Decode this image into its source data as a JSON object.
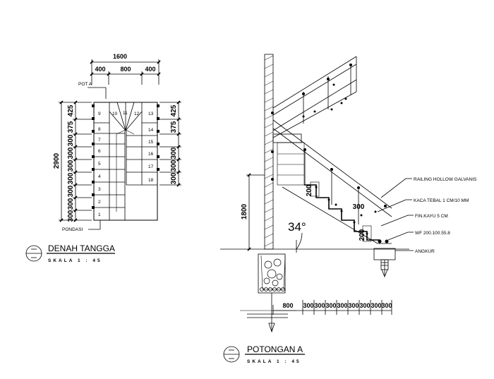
{
  "plan": {
    "title": "DENAH TANGGA",
    "scale": "SKALA   1 : 45",
    "dim_total_width": "1600",
    "dim_widths": [
      "400",
      "800",
      "400"
    ],
    "dim_total_height": "2900",
    "dim_left": [
      "425",
      "375",
      "300",
      "300",
      "300",
      "300",
      "300",
      "300",
      "300"
    ],
    "dim_right": [
      "425",
      "375",
      "300",
      "300",
      "300"
    ],
    "label_pot": "POT A",
    "label_pondasi": "PONDASI",
    "steps_left": [
      "1",
      "2",
      "3",
      "4",
      "5",
      "6",
      "7",
      "8",
      "9"
    ],
    "steps_right": [
      "18",
      "17",
      "16",
      "15",
      "14",
      "13"
    ],
    "steps_top": [
      "10",
      "11",
      "12"
    ]
  },
  "section": {
    "title": "POTONGAN A",
    "scale": "SKALA   1 : 45",
    "height_label": "1800",
    "angle": "34°",
    "riser_labels": [
      "200",
      "300",
      "200"
    ],
    "bottom_left": "800",
    "bottom_steps": [
      "300",
      "300",
      "300",
      "300",
      "300",
      "300",
      "300",
      "300"
    ],
    "notes": [
      "RAILING HOLLOW GALVANIS",
      "KACA TEBAL 1 CM/10 MM",
      "FIN.KAYU 5 CM",
      "WF 200.100.55.8",
      "ANGKUR"
    ]
  }
}
